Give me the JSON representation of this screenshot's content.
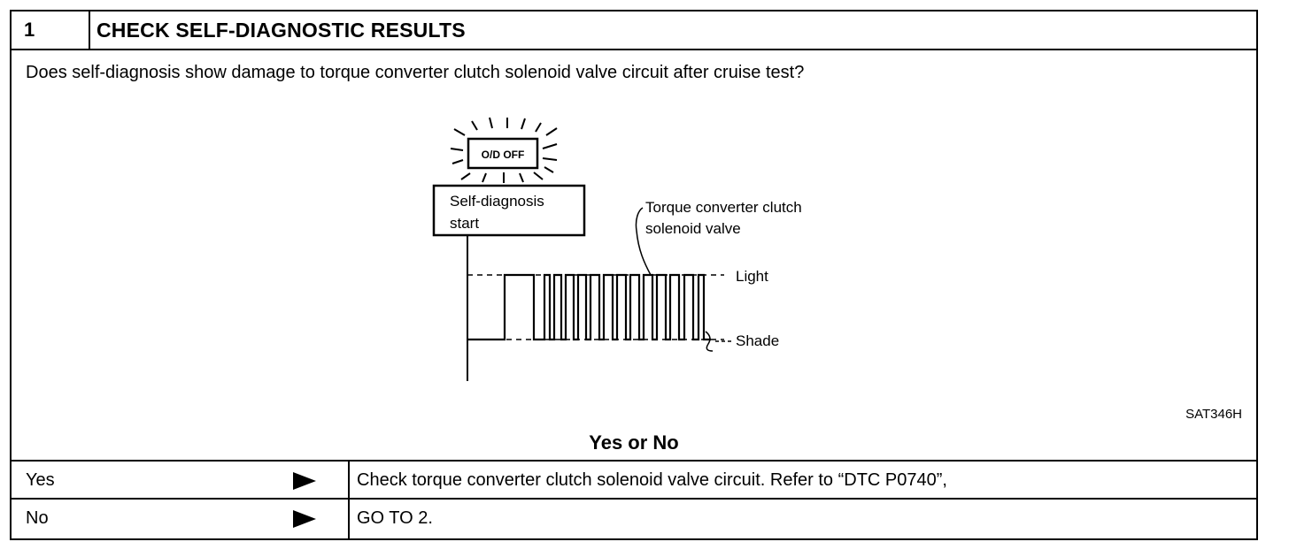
{
  "step": {
    "number": "1",
    "title": "CHECK SELF-DIAGNOSTIC RESULTS"
  },
  "question": "Does self-diagnosis show damage to torque converter clutch solenoid valve circuit after cruise test?",
  "figure": {
    "indicator_label": "O/D OFF",
    "start_label_line1": "Self-diagnosis",
    "start_label_line2": "start",
    "callout_line1": "Torque converter clutch",
    "callout_line2": "solenoid valve",
    "light_label": "Light",
    "shade_label": "Shade",
    "figure_code": "SAT346H"
  },
  "decision_header": "Yes or No",
  "options": [
    {
      "label": "Yes",
      "action": "Check torque converter clutch solenoid valve circuit. Refer to “DTC P0740”,"
    },
    {
      "label": "No",
      "action": "GO TO 2."
    }
  ]
}
